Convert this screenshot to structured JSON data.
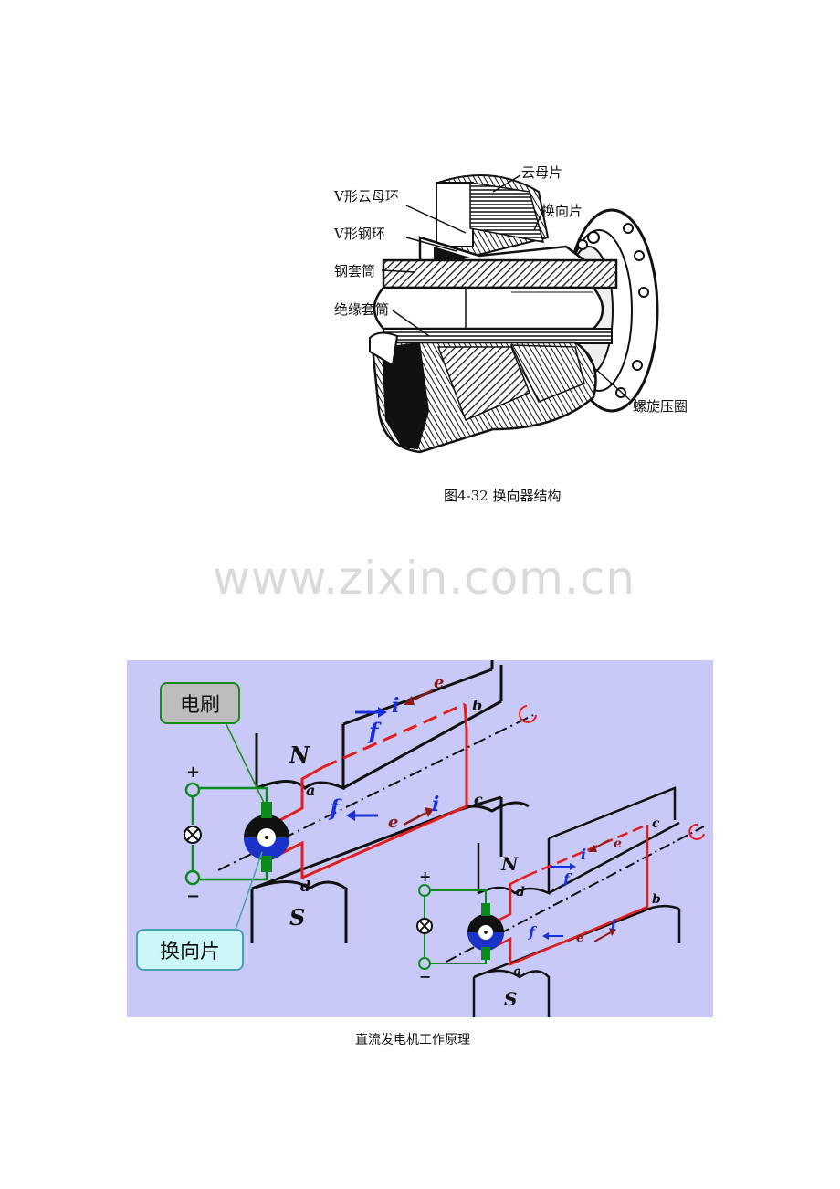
{
  "figure1": {
    "labels": {
      "mica_sheet": "云母片",
      "v_mica_ring": "V形云母环",
      "commutator_segment": "换向片",
      "v_steel_ring": "V形钢环",
      "steel_sleeve": "钢套筒",
      "insulation_sleeve": "绝缘套筒",
      "spiral_ring": "螺旋压圈"
    },
    "caption": "图4-32 换向器结构"
  },
  "watermark": "www.zixin.com.cn",
  "figure2": {
    "callouts": {
      "brush": "电刷",
      "commutator": "换向片"
    },
    "left": {
      "pole_north": "N",
      "pole_south": "S",
      "pts": {
        "a": "a",
        "b": "b",
        "c": "c",
        "d": "d"
      },
      "current": "i",
      "emf": "e",
      "force": "f",
      "plus": "+",
      "minus": "−"
    },
    "right": {
      "pole_north": "N",
      "pole_south": "S",
      "pts": {
        "a": "a",
        "b": "b",
        "c": "c",
        "d": "d"
      },
      "current": "i",
      "emf": "e",
      "force": "f",
      "plus": "+",
      "minus": "−"
    },
    "caption": "直流发电机工作原理",
    "colors": {
      "background": "#c8c9f7",
      "coil": "#e31d1d",
      "current": "#1a2fd6",
      "emf": "#8b1a1a",
      "brush": "#0a8a1a",
      "commutator": "#1a32c8"
    }
  }
}
